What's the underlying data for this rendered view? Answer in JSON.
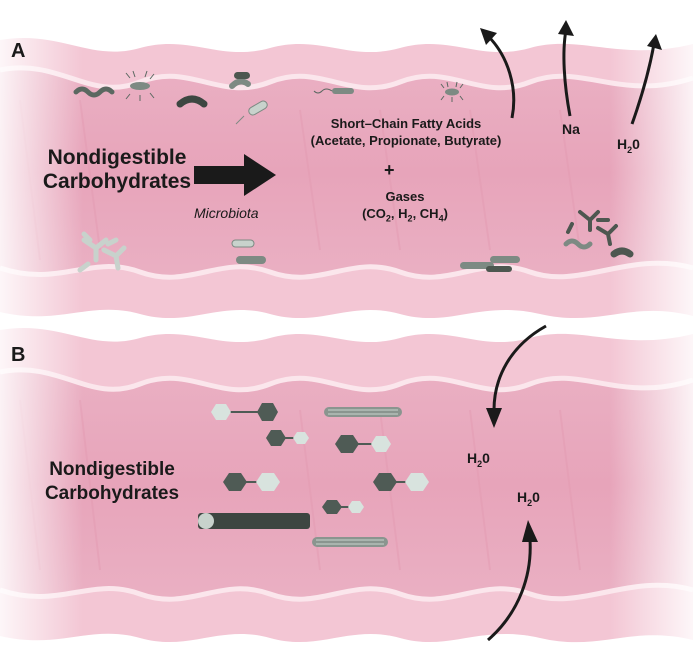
{
  "panel_a": {
    "letter": "A",
    "substrate_line1": "Nondigestible",
    "substrate_line2": "Carbohydrates",
    "agent": "Microbiota",
    "product_line1": "Short–Chain Fatty Acids",
    "product_line2": "(Acetate, Propionate, Butyrate)",
    "plus": "+",
    "gases_line1": "Gases",
    "gases_line2_prefix": "(CO",
    "gases_line2_mid1": ", H",
    "gases_line2_mid2": ", CH",
    "gases_line2_suffix": ")",
    "sub2": "2",
    "sub4": "4",
    "sodium": "Na",
    "water_prefix": "H",
    "water_sub": "2",
    "water_suffix": "0"
  },
  "panel_b": {
    "letter": "B",
    "substrate_line1": "Nondigestible",
    "substrate_line2": "Carbohydrates",
    "water_prefix": "H",
    "water_sub": "2",
    "water_suffix": "0"
  },
  "colors": {
    "tissue": "#f2c3d1",
    "tissue_light": "#f8dde5",
    "lumen": "#e9a9bd",
    "ink": "#1a1a1a",
    "microbe_dark": "#4d5750",
    "microbe_mid": "#7d8a83",
    "microbe_light": "#c8d2cc",
    "hexagon_dark": "#4f5b55",
    "hexagon_light": "#d8e3de"
  }
}
